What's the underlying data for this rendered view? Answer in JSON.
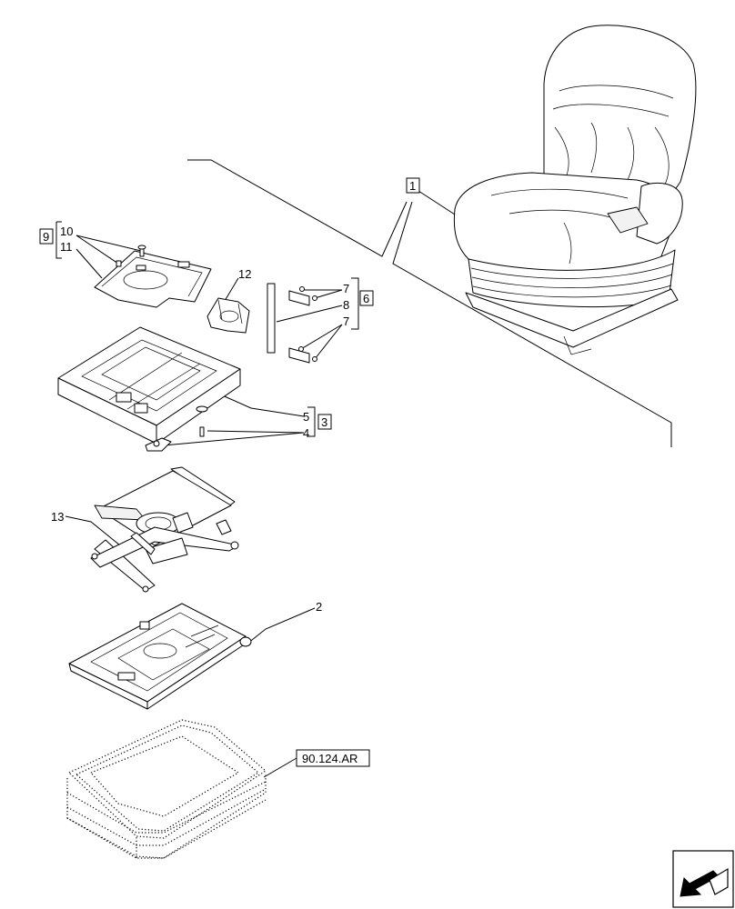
{
  "diagram": {
    "callouts": {
      "c1": "1",
      "c2": "2",
      "c3": "3",
      "c4": "4",
      "c5": "5",
      "c6": "6",
      "c7a": "7",
      "c7b": "7",
      "c8": "8",
      "c9": "9",
      "c10": "10",
      "c11": "11",
      "c12": "12",
      "c13": "13"
    },
    "reference": "90.124.AR",
    "nav_icon": "next-page-arrow-icon"
  }
}
